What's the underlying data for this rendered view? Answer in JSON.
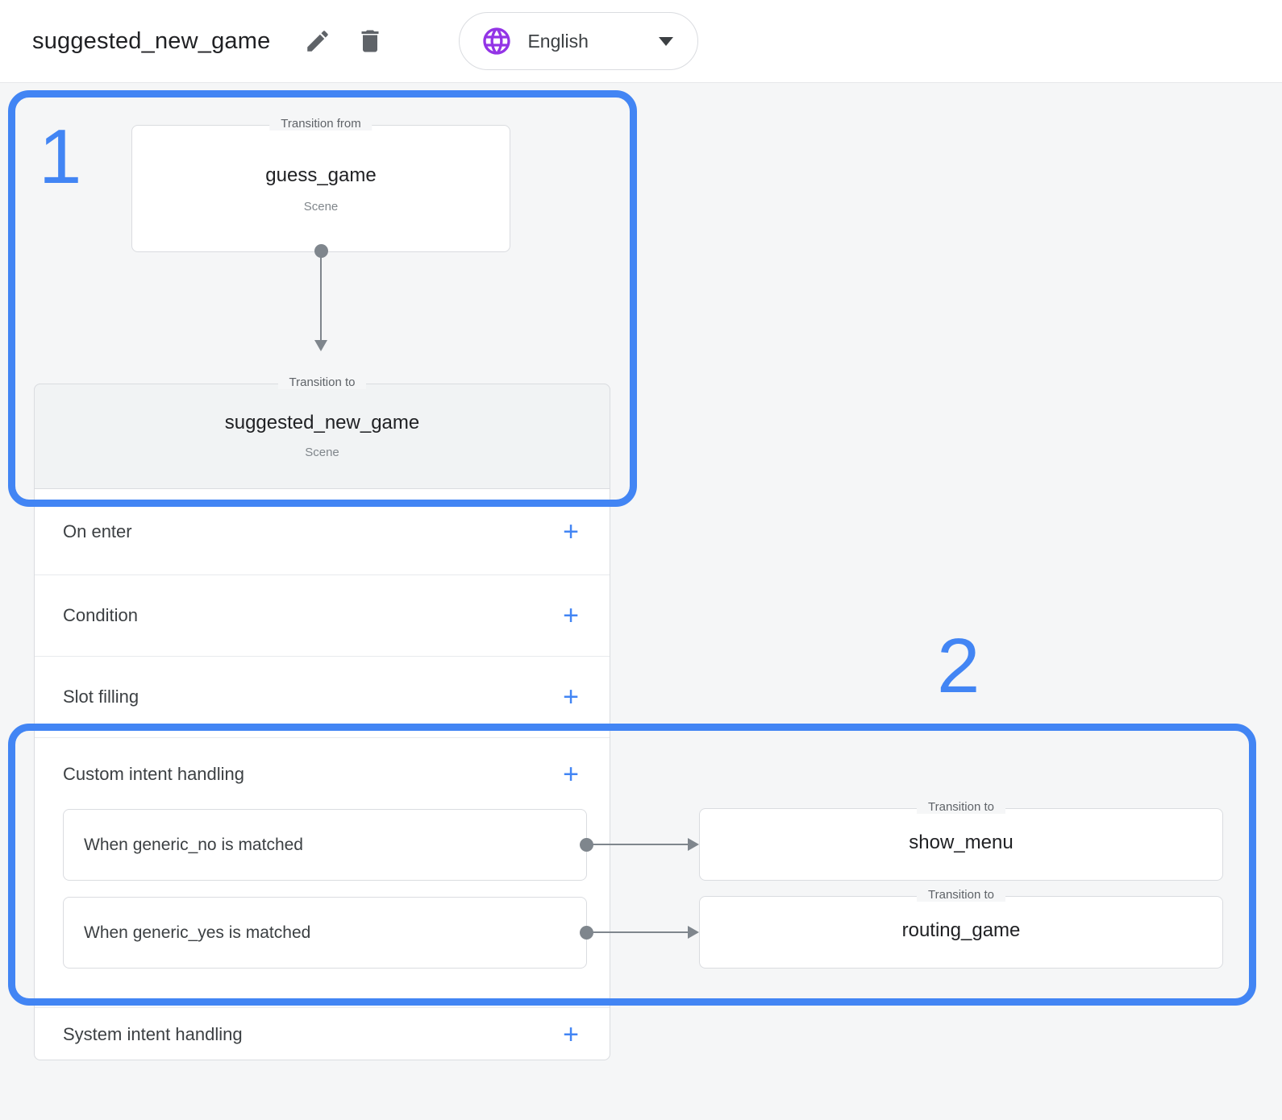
{
  "colors": {
    "accent": "#4285f4",
    "globe": "#9334e6",
    "connector": "#7f868d"
  },
  "header": {
    "title": "suggested_new_game",
    "language_label": "English"
  },
  "icons": {
    "add": "+"
  },
  "flow": {
    "from_legend": "Transition from",
    "to_legend": "Transition to",
    "from_node": {
      "name": "guess_game",
      "type": "Scene"
    },
    "to_node": {
      "name": "suggested_new_game",
      "type": "Scene"
    }
  },
  "sections": [
    {
      "label": "On enter"
    },
    {
      "label": "Condition"
    },
    {
      "label": "Slot filling"
    },
    {
      "label": "Custom intent handling"
    },
    {
      "label": "System intent handling"
    }
  ],
  "custom_intents": [
    {
      "condition": "When generic_no is matched",
      "target_legend": "Transition to",
      "target": "show_menu"
    },
    {
      "condition": "When generic_yes is matched",
      "target_legend": "Transition to",
      "target": "routing_game"
    }
  ],
  "annotations": {
    "first": "1",
    "second": "2"
  }
}
